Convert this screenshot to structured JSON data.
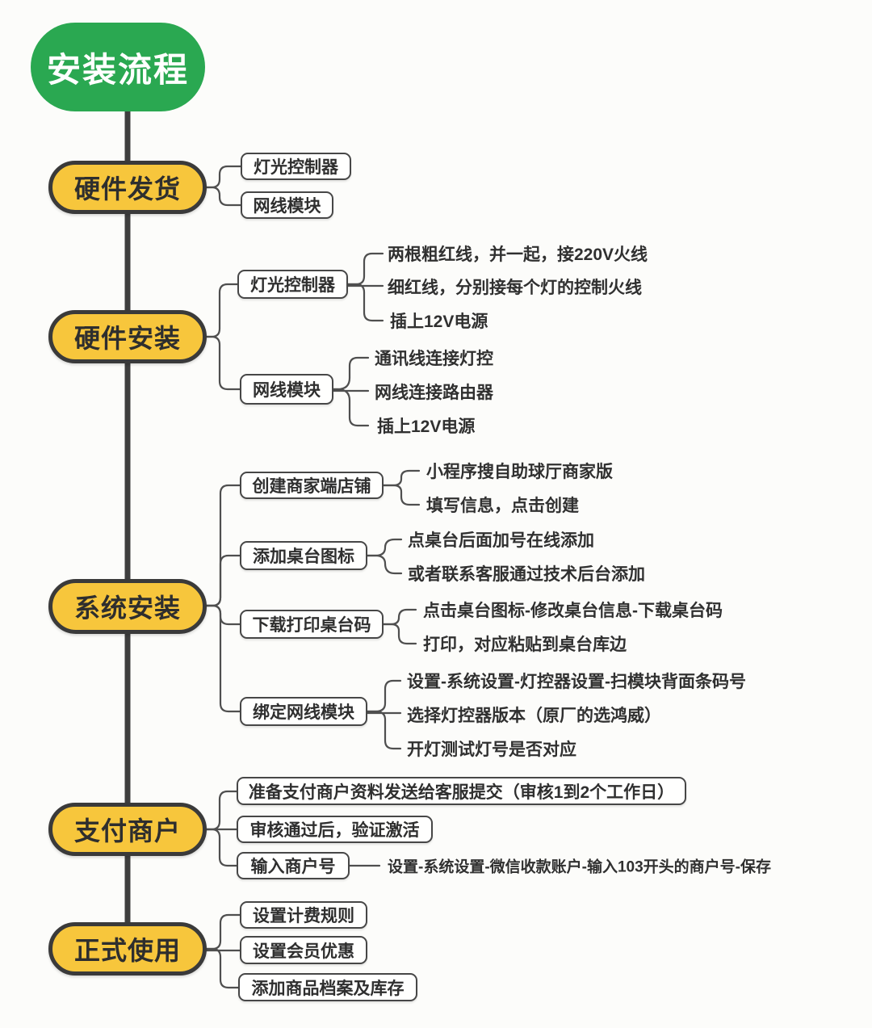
{
  "title": "安装流程",
  "colors": {
    "root_green": "#2aa851",
    "node_yellow": "#f7c63c",
    "border_dark": "#3a3a3a",
    "line_gray": "#4f4f4f",
    "text_dark": "#2f2f2f",
    "bg": "#fcfcfa"
  },
  "root": {
    "label": "安装流程"
  },
  "stages": [
    {
      "label": "硬件发货",
      "children": [
        {
          "label": "灯光控制器"
        },
        {
          "label": "网线模块"
        }
      ]
    },
    {
      "label": "硬件安装",
      "children": [
        {
          "label": "灯光控制器",
          "items": [
            "两根粗红线，并一起，接220V火线",
            "细红线，分别接每个灯的控制火线",
            "插上12V电源"
          ]
        },
        {
          "label": "网线模块",
          "items": [
            "通讯线连接灯控",
            "网线连接路由器",
            "插上12V电源"
          ]
        }
      ]
    },
    {
      "label": "系统安装",
      "children": [
        {
          "label": "创建商家端店铺",
          "items": [
            "小程序搜自助球厅商家版",
            "填写信息，点击创建"
          ]
        },
        {
          "label": "添加桌台图标",
          "items": [
            "点桌台后面加号在线添加",
            "或者联系客服通过技术后台添加"
          ]
        },
        {
          "label": "下载打印桌台码",
          "items": [
            "点击桌台图标-修改桌台信息-下载桌台码",
            "打印，对应粘贴到桌台库边"
          ]
        },
        {
          "label": "绑定网线模块",
          "items": [
            "设置-系统设置-灯控器设置-扫模块背面条码号",
            "选择灯控器版本（原厂的选鸿威）",
            "开灯测试灯号是否对应"
          ]
        }
      ]
    },
    {
      "label": "支付商户",
      "children": [
        {
          "label": "准备支付商户资料发送给客服提交（审核1到2个工作日）"
        },
        {
          "label": "审核通过后，验证激活"
        },
        {
          "label": "输入商户号",
          "items": [
            "设置-系统设置-微信收款账户-输入103开头的商户号-保存"
          ]
        }
      ]
    },
    {
      "label": "正式使用",
      "children": [
        {
          "label": "设置计费规则"
        },
        {
          "label": "设置会员优惠"
        },
        {
          "label": "添加商品档案及库存"
        }
      ]
    }
  ]
}
